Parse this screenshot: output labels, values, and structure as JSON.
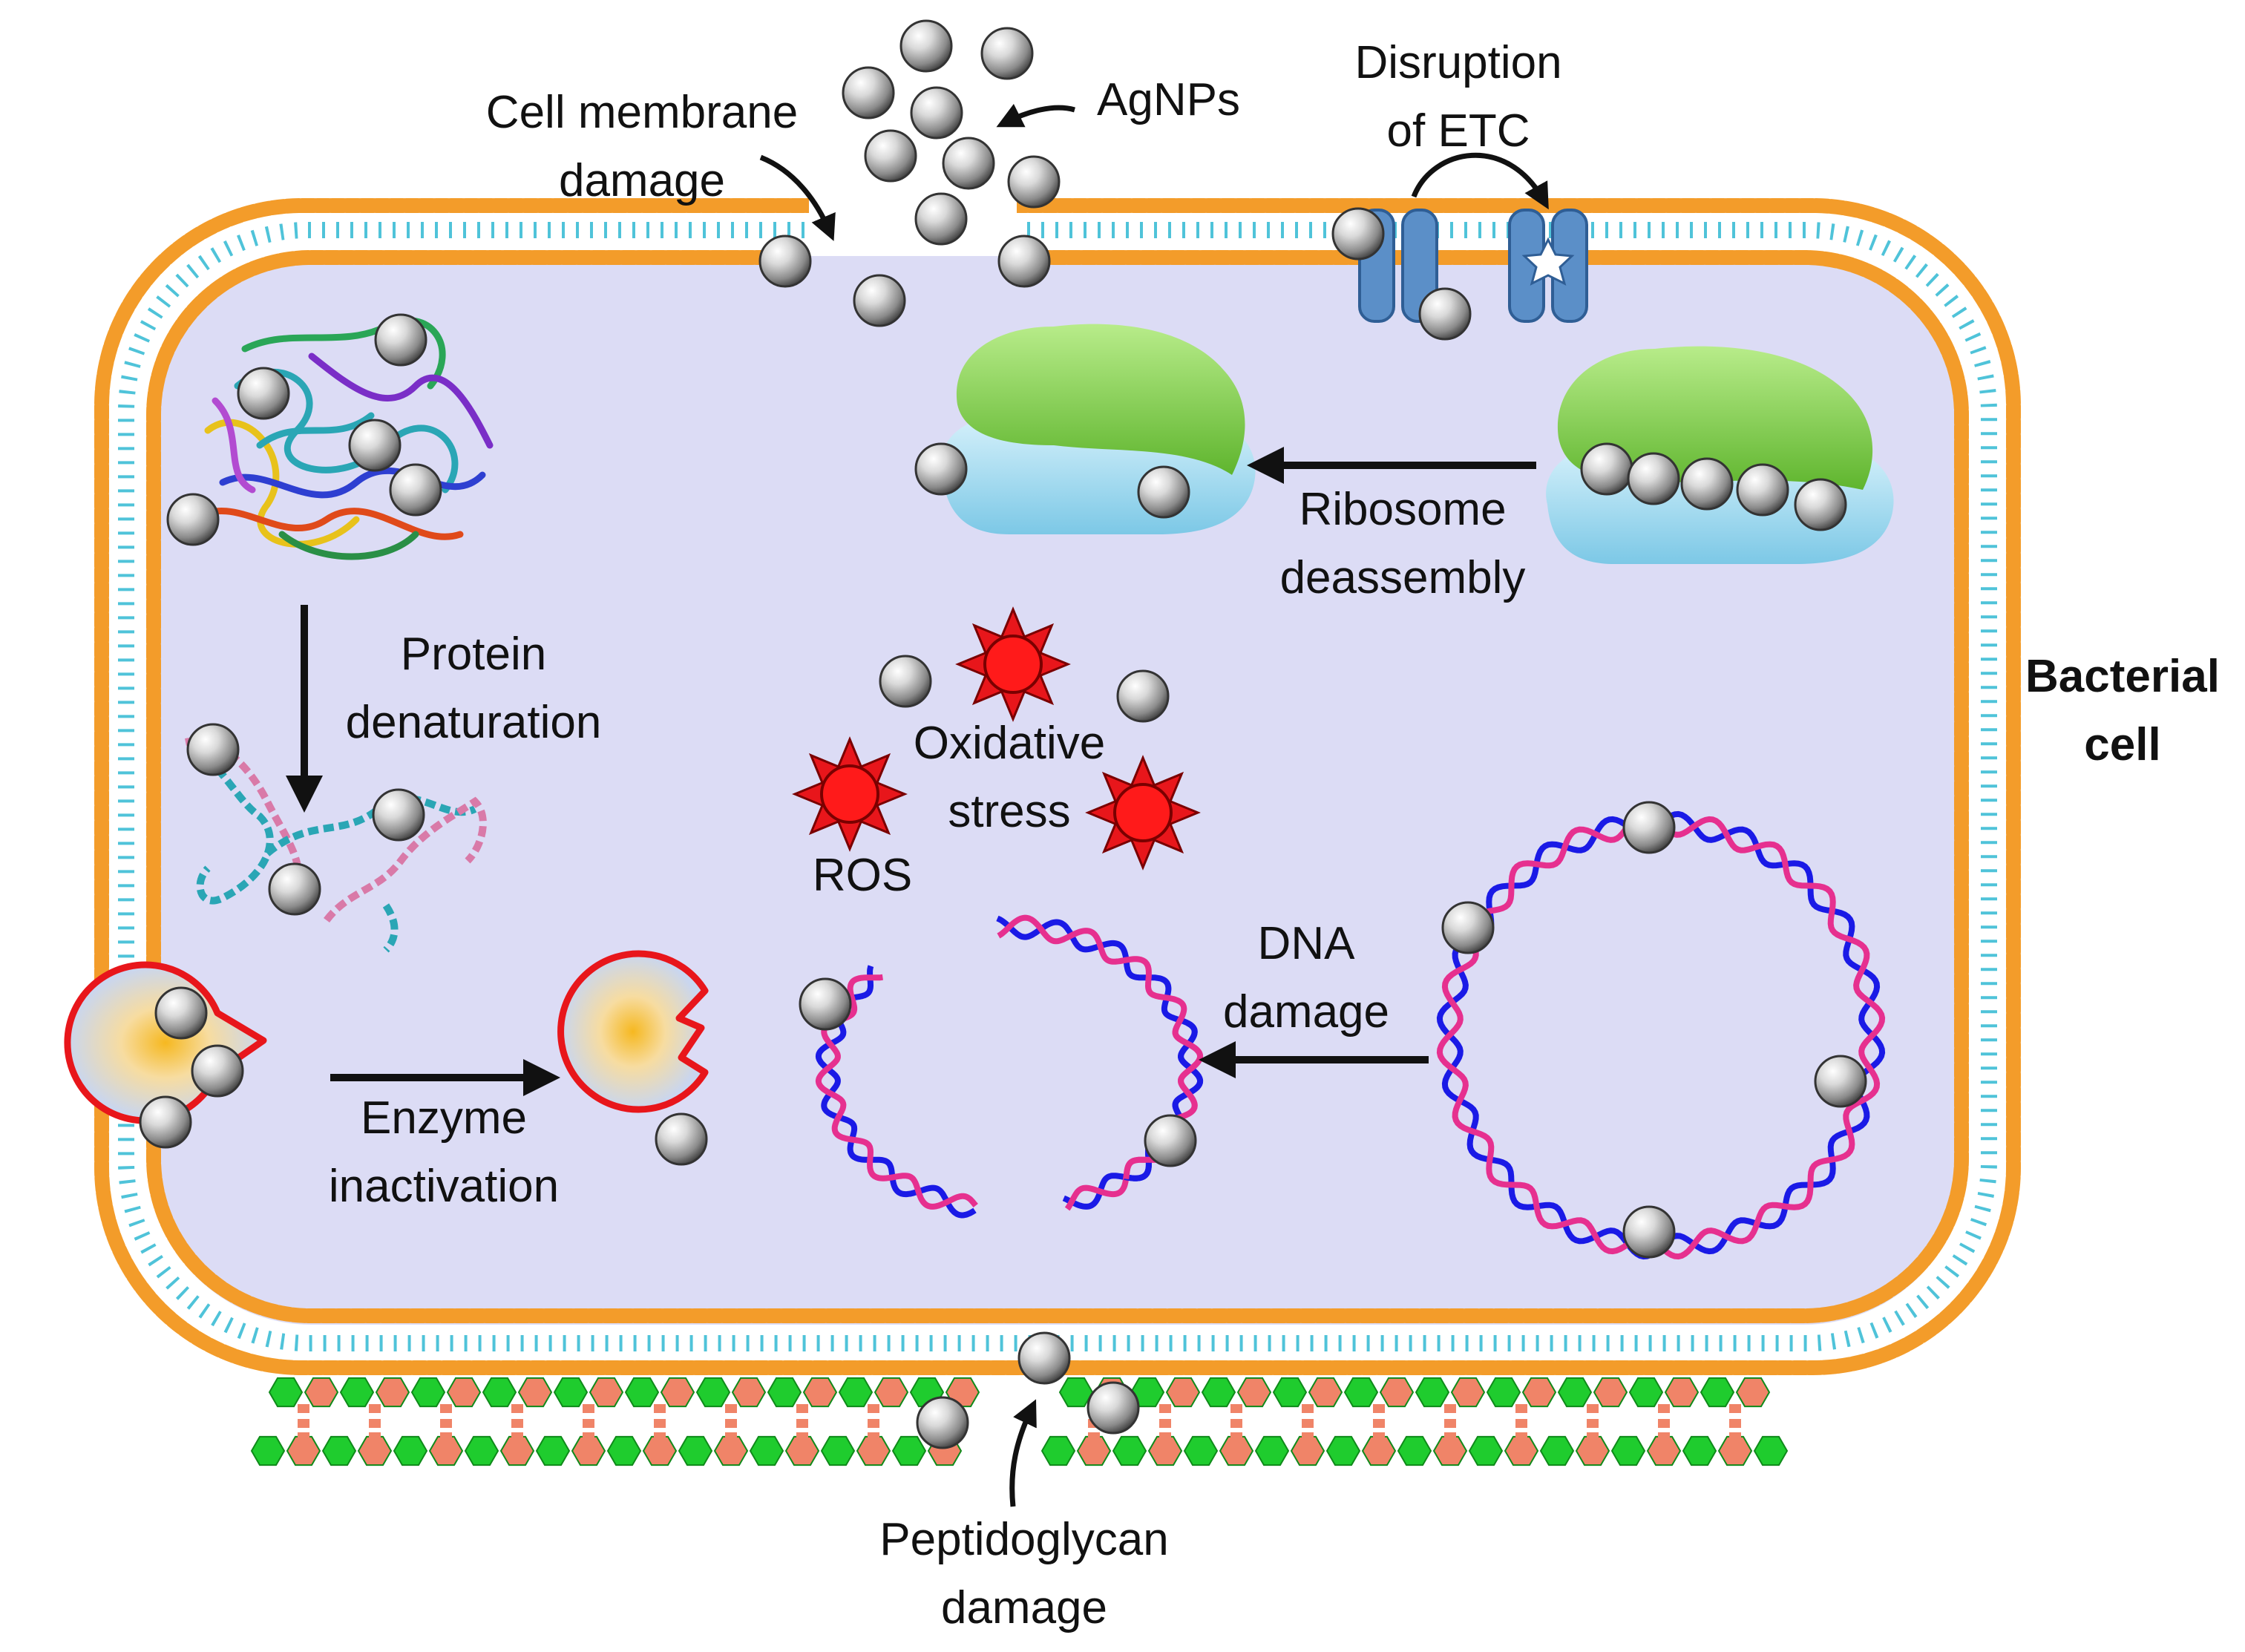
{
  "labels": {
    "cell_membrane_1": "Cell membrane",
    "cell_membrane_2": "damage",
    "agnps": "AgNPs",
    "etc_1": "Disruption",
    "etc_2": "of ETC",
    "ribosome_1": "Ribosome",
    "ribosome_2": "deassembly",
    "protein_1": "Protein",
    "protein_2": "denaturation",
    "oxidative_1": "Oxidative",
    "oxidative_2": "stress",
    "ros": "ROS",
    "dna_1": "DNA",
    "dna_2": "damage",
    "enzyme_1": "Enzyme",
    "enzyme_2": "inactivation",
    "peptidoglycan_1": "Peptidoglycan",
    "peptidoglycan_2": "damage",
    "bacterial_1": "Bacterial",
    "bacterial_2": "cell"
  },
  "colors": {
    "cytoplasm": "#dcdcf5",
    "lipid_head": "#f39c2a",
    "lipid_tail": "#4fc3d9",
    "channel": "#5b8fc8",
    "ribosome_large": "#8bd44f",
    "ribosome_small": "#9fd8ef",
    "ros": "#e8161b",
    "dna_strand_a": "#1a1ae6",
    "dna_strand_b": "#e6308f",
    "enzyme_outline": "#e8161b",
    "enzyme_core": "#f5b820",
    "peptidoglycan_sugar": "#1fcc2e",
    "peptidoglycan_peptide": "#f08468",
    "protein_a": "#2aa6b5",
    "protein_b": "#d97aa8"
  },
  "icons": {
    "nanoparticle": "silver-sphere-icon",
    "ros": "starburst-icon",
    "arrow": "arrow-icon"
  }
}
